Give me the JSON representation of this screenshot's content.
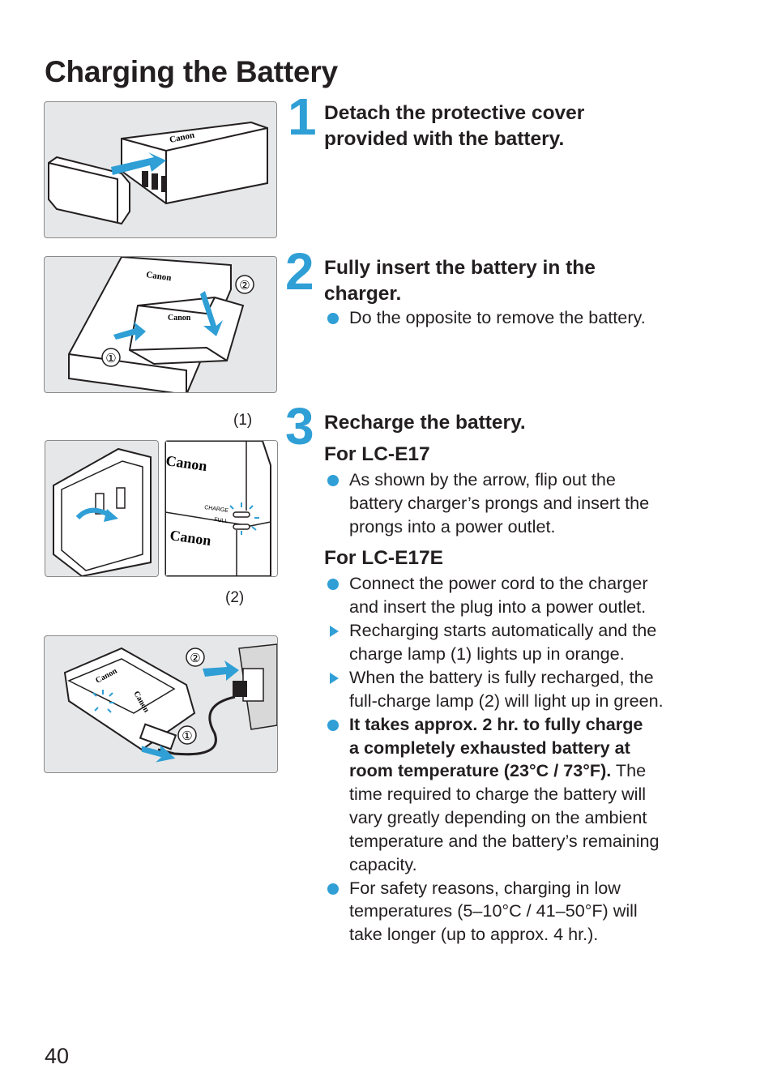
{
  "page": {
    "title": "Charging the Battery",
    "page_number": "40",
    "accent_color": "#2f9fd6"
  },
  "figures": {
    "fig1": {
      "brand": "Canon",
      "icon": "battery-cover-removal-illustration"
    },
    "fig2": {
      "brand": "Canon",
      "marker_1": "①",
      "marker_2": "②",
      "icon": "battery-insert-illustration"
    },
    "fig3": {
      "brand_a": "Canon",
      "brand_b": "Canon",
      "lamp_charge": "CHARGE",
      "lamp_full": "FULL",
      "callout_1": "(1)",
      "callout_2": "(2)",
      "icon": "charger-lamps-illustration"
    },
    "fig4": {
      "brand_a": "Canon",
      "brand_b": "Canon",
      "marker_1": "①",
      "marker_2": "②",
      "icon": "power-cord-connection-illustration"
    }
  },
  "steps": [
    {
      "number": "1",
      "heading_line1": "Detach the protective cover",
      "heading_line2": "provided with the battery."
    },
    {
      "number": "2",
      "heading_line1": "Fully insert the battery in the",
      "heading_line2": "charger.",
      "items": [
        {
          "marker": "bullet",
          "text": "Do the opposite to remove the battery."
        }
      ]
    },
    {
      "number": "3",
      "heading": "Recharge the battery.",
      "sections": [
        {
          "title": "For LC-E17",
          "items": [
            {
              "marker": "bullet",
              "lines": [
                "As shown by the arrow, flip out the",
                "battery charger’s prongs and insert the",
                "prongs into a power outlet."
              ]
            }
          ]
        },
        {
          "title": "For LC-E17E",
          "items": [
            {
              "marker": "bullet",
              "lines": [
                "Connect the power cord to the charger",
                "and insert the plug into a power outlet."
              ]
            },
            {
              "marker": "triangle",
              "lines": [
                "Recharging starts automatically and the",
                "charge lamp (1) lights up in orange."
              ]
            },
            {
              "marker": "triangle",
              "lines": [
                "When the battery is fully recharged, the",
                "full-charge lamp (2) will light up in green."
              ]
            },
            {
              "marker": "bullet",
              "bold_lines": [
                "It takes approx. 2 hr. to fully charge",
                "a completely exhausted battery at",
                "room temperature (23°C / 73°F)."
              ],
              "bold_tail": " The",
              "lines": [
                "time required to charge the battery will",
                "vary greatly depending on the ambient",
                "temperature and the battery’s remaining",
                "capacity."
              ]
            },
            {
              "marker": "bullet",
              "lines": [
                "For safety reasons, charging in low",
                "temperatures (5–10°C / 41–50°F) will",
                "take longer (up to approx. 4 hr.)."
              ]
            }
          ]
        }
      ]
    }
  ]
}
